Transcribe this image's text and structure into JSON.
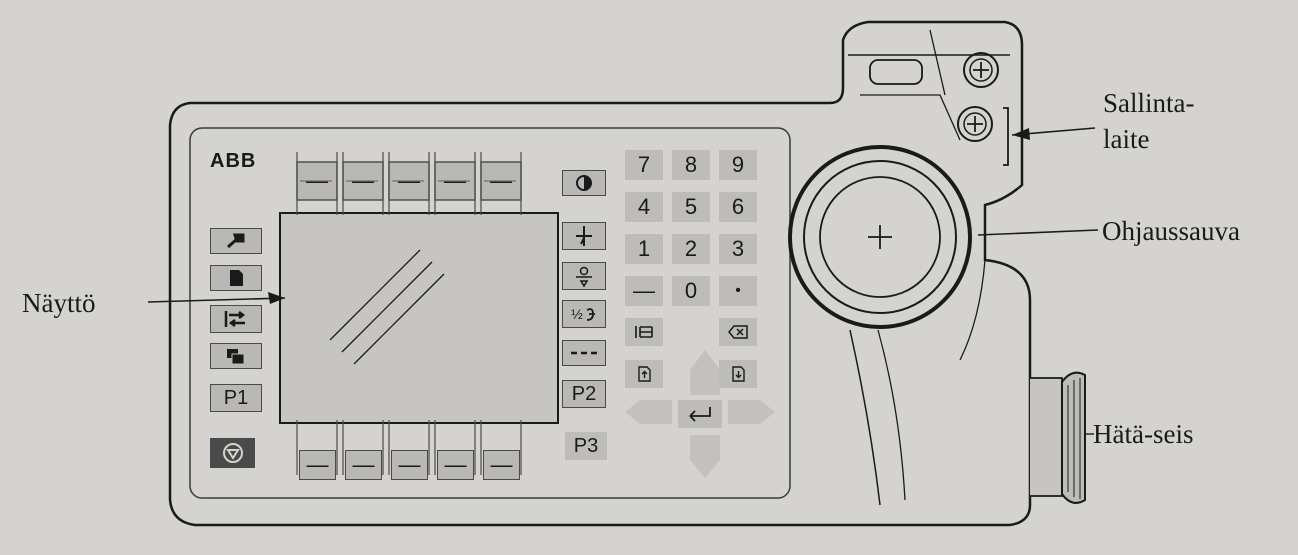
{
  "brand": "ABB",
  "labels": {
    "display": "Näyttö",
    "enabling_device_line1": "Sallinta-",
    "enabling_device_line2": "laite",
    "joystick": "Ohjaussauva",
    "emergency_stop": "Hätä-seis"
  },
  "left_buttons": {
    "p1": "P1"
  },
  "right_buttons": {
    "p2": "P2",
    "p3": "P3",
    "half": "½"
  },
  "function_dash": "—",
  "keypad": [
    "7",
    "8",
    "9",
    "4",
    "5",
    "6",
    "1",
    "2",
    "3",
    "—",
    "0",
    "•"
  ],
  "colors": {
    "background": "#d4d3cf",
    "button": "#b9b8b4",
    "screen": "#c6c5c1",
    "line": "#1a1a1a"
  }
}
